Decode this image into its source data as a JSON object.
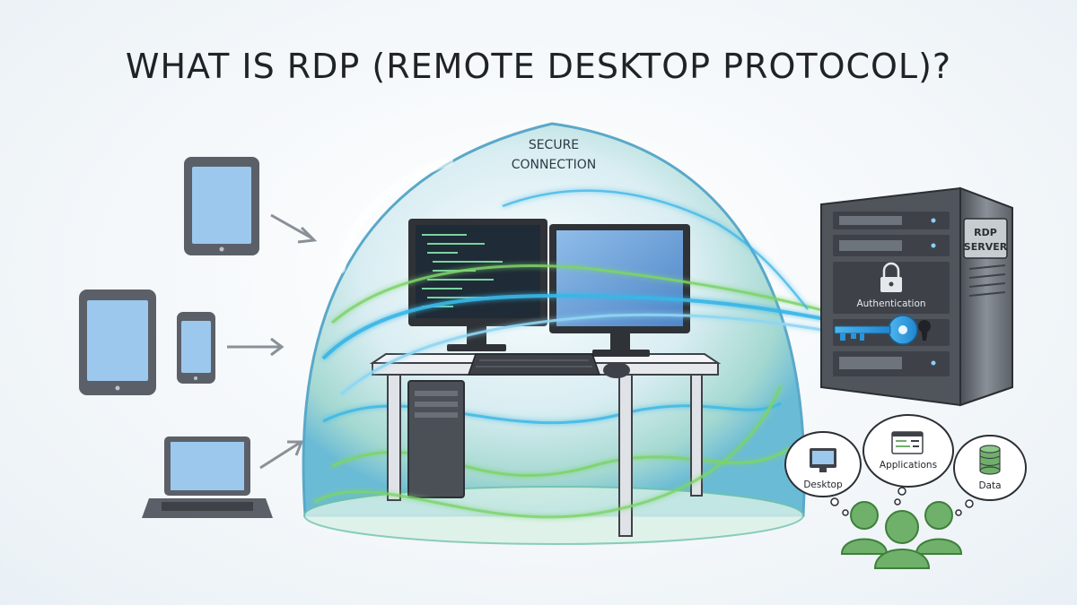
{
  "title": "WHAT IS RDP (REMOTE DESKTOP PROTOCOL)?",
  "bubble": {
    "label_line1": "SECURE",
    "label_line2": "CONNECTION"
  },
  "server": {
    "label_line1": "RDP",
    "label_line2": "SERVER",
    "auth_label": "Authentication"
  },
  "resources": {
    "desktop": "Desktop",
    "applications": "Applications",
    "data": "Data"
  },
  "icons": {
    "client_devices": [
      "tablet-icon",
      "ipad-icon",
      "smartphone-icon",
      "laptop-icon"
    ],
    "lock": "lock-icon",
    "key": "key-icon",
    "users": "users-group-icon"
  },
  "colors": {
    "bubble": "#7ec3d6",
    "stream_blue": "#39b6e6",
    "stream_green": "#7cd36a",
    "device_frame": "#5b6068",
    "screen": "#9cc8ee",
    "user_green": "#6fb06a"
  }
}
